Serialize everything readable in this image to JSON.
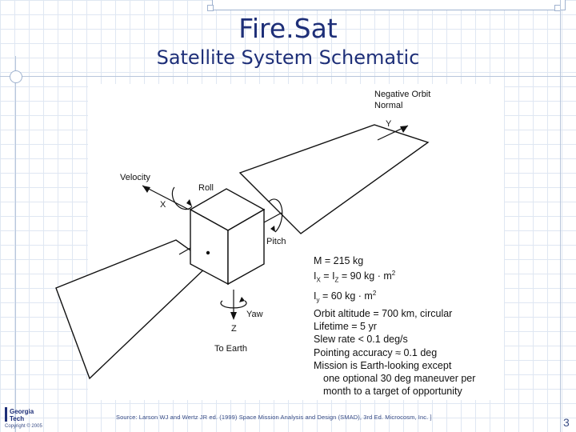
{
  "slide": {
    "title": "Fire.Sat",
    "subtitle": "Satellite System Schematic",
    "page_number": "3"
  },
  "diagram": {
    "labels": {
      "negative_orbit_normal_line1": "Negative Orbit",
      "negative_orbit_normal_line2": "Normal",
      "y_axis": "Y",
      "velocity": "Velocity",
      "x_axis": "X",
      "roll": "Roll",
      "pitch": "Pitch",
      "yaw": "Yaw",
      "z_axis": "Z",
      "to_earth": "To Earth"
    },
    "specs": {
      "mass": "M = 215  kg",
      "ix_iz": "I = I = 90 kg · m",
      "ix_sub": "X",
      "iz_sub": "Z",
      "iy": "I = 60 kg · m",
      "iy_sub": "y",
      "exp": "2",
      "orbit_altitude": "Orbit altitude = 700 km, circular",
      "lifetime": "Lifetime = 5 yr",
      "slew_rate": "Slew rate <  0.1 deg/s",
      "pointing_accuracy": "Pointing accuracy ≈ 0.1 deg",
      "mission_line1": "Mission is Earth-looking except",
      "mission_line2": "one optional 30 deg maneuver per",
      "mission_line3": "month to a target of opportunity"
    }
  },
  "footer": {
    "source": "Source: Larson WJ and Wertz JR ed. (1999) Space Mission Analysis and Design (SMAD), 3rd Ed. Microcosm, Inc. ]",
    "copyright": "Copyright © 2005",
    "logo_line1": "Georgia",
    "logo_line2": "Tech"
  }
}
